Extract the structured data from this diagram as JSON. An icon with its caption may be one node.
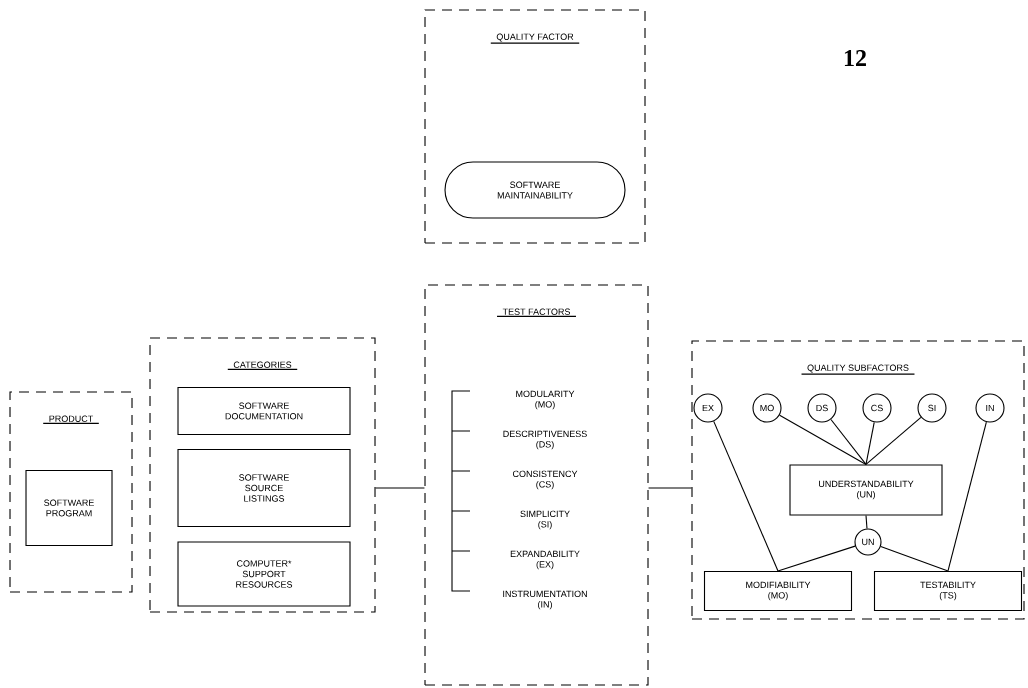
{
  "diagram": {
    "nodes": [
      {
        "text": [
          "QUALITY FACTOR"
        ]
      },
      {
        "text": [
          "SOFTWARE MAINTAINABILITY"
        ],
        "in": 0
      },
      {
        "text": [
          "PRODUCT"
        ]
      },
      {
        "text": [
          "SOFTWARE PROGRAM"
        ],
        "in": 2
      },
      {
        "text": [
          "CATEGORIES"
        ]
      },
      {
        "text": [
          "SOFTWARE DOCUMENTATION"
        ],
        "in": 4
      },
      {
        "text": [
          "SOFTWARE SOURCE LISTINGS"
        ],
        "in": 4
      },
      {
        "text": [
          "COMPUTER* SUPPORT RESOURCES"
        ],
        "in": 4
      },
      {
        "text": [
          "TEST FACTORS"
        ]
      },
      {
        "text": [
          "MODULARITY (MO)"
        ],
        "in": 8
      },
      {
        "text": [
          "DESCRIPTIVENESS (DS)"
        ],
        "in": 8
      },
      {
        "text": [
          "CONSISTENCY (CS)"
        ],
        "in": 8
      },
      {
        "text": [
          "SIMPLICITY (SI)"
        ],
        "in": 8
      },
      {
        "text": [
          "EXPANDABILITY (EX)"
        ],
        "in": 8
      },
      {
        "text": [
          "INSTRUMENTATION (IN)"
        ],
        "in": 8
      },
      {
        "text": [
          "QUALITY SUBFACTORS"
        ]
      },
      {
        "text": [
          "EX"
        ],
        "in": 15
      },
      {
        "text": [
          "MO"
        ],
        "in": 15
      },
      {
        "text": [
          "DS"
        ],
        "in": 15
      },
      {
        "text": [
          "CS"
        ],
        "in": 15
      },
      {
        "text": [
          "SI"
        ],
        "in": 15
      },
      {
        "text": [
          "IN"
        ],
        "in": 15
      },
      {
        "text": [
          "UNDERSTANDABILITY (UN)"
        ],
        "in": 15
      },
      {
        "text": [
          "UN"
        ],
        "in": 15
      },
      {
        "text": [
          "MODIFIABILITY (MO)"
        ],
        "in": 15
      },
      {
        "text": [
          "TESTABILITY (TS)"
        ],
        "in": 15
      }
    ],
    "edges": [
      {
        "from": 4,
        "to": 8,
        "arrow": "none"
      },
      {
        "from": 8,
        "to": 15,
        "arrow": "none"
      },
      {
        "from": 17,
        "to": 22,
        "arrow": "none"
      },
      {
        "from": 18,
        "to": 22,
        "arrow": "none"
      },
      {
        "from": 19,
        "to": 22,
        "arrow": "none"
      },
      {
        "from": 20,
        "to": 22,
        "arrow": "none"
      },
      {
        "from": 16,
        "to": 24,
        "arrow": "none"
      },
      {
        "from": 21,
        "to": 25,
        "arrow": "none"
      },
      {
        "from": 22,
        "to": 23,
        "arrow": "none"
      },
      {
        "from": 23,
        "to": 24,
        "arrow": "none"
      },
      {
        "from": 23,
        "to": 25,
        "arrow": "none"
      }
    ],
    "labels": [
      "12"
    ]
  }
}
